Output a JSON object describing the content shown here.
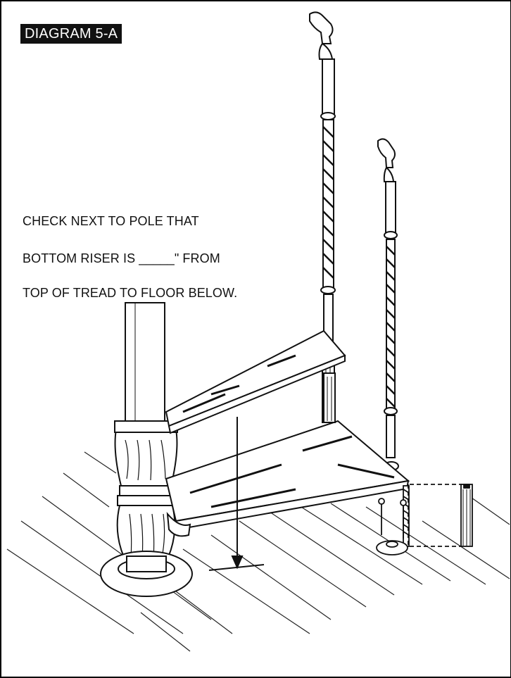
{
  "diagram": {
    "tag": "DIAGRAM 5-A",
    "note": [
      "CHECK NEXT TO POLE THAT",
      "BOTTOM RISER IS _____\" FROM",
      "TOP OF TREAD TO FLOOR BELOW."
    ]
  },
  "colors": {
    "ink": "#111111",
    "paper": "#ffffff"
  }
}
